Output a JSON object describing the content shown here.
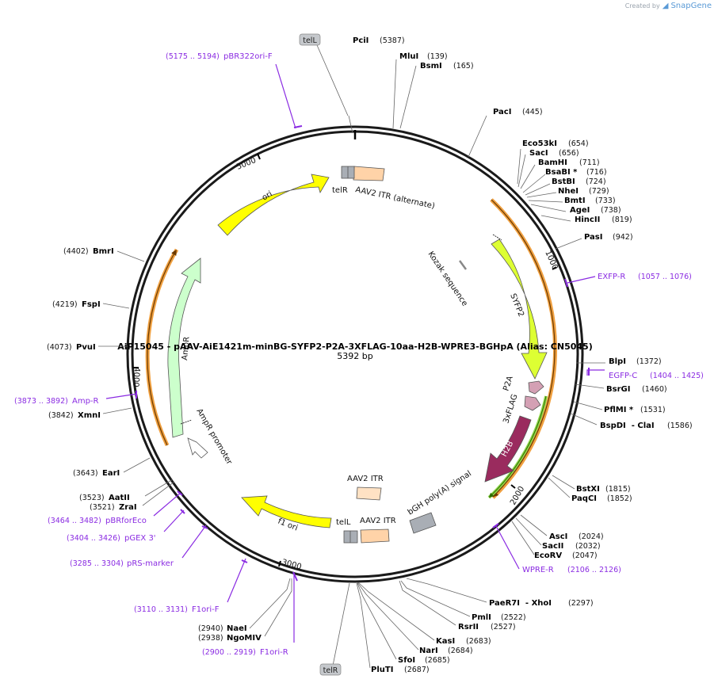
{
  "brand": {
    "created_by": "Created by",
    "logo_name": "SnapGene",
    "icon": "snapgene-logo-icon"
  },
  "plasmid": {
    "title": "AiP15045 - pAAV-AiE1421m-minBG-SYFP2-P2A-3XFLAG-10aa-H2B-WPRE3-BGHpA (Alias: CN5045)",
    "size_label": "5392 bp",
    "length": 5392
  },
  "colors": {
    "backbone": "#1a1a1a",
    "primer": "#8a2be2",
    "ori": "#ffff00",
    "syfp2": "#ddff33",
    "ampr": "#ccffcc",
    "p2a": "#d4a0b4",
    "h2b": "#9a2b5e",
    "itr": "#ffd3a8",
    "gray": "#a9aeb5",
    "orf_orange": "#f0a040"
  },
  "ticks": [
    {
      "pos": 1000,
      "label": "1000"
    },
    {
      "pos": 2000,
      "label": "2000"
    },
    {
      "pos": 3000,
      "label": "3000"
    },
    {
      "pos": 4000,
      "label": "4000"
    },
    {
      "pos": 5000,
      "label": "5000"
    }
  ],
  "enzymes": [
    {
      "name": "PciI",
      "pos_label": "(5387)"
    },
    {
      "name": "MluI",
      "pos_label": "(139)"
    },
    {
      "name": "BsmI",
      "pos_label": "(165)"
    },
    {
      "name": "PacI",
      "pos_label": "(445)"
    },
    {
      "name": "Eco53kI",
      "pos_label": "(654)"
    },
    {
      "name": "SacI",
      "pos_label": "(656)"
    },
    {
      "name": "BamHI",
      "pos_label": "(711)"
    },
    {
      "name": "BsaBI *",
      "pos_label": "(716)"
    },
    {
      "name": "BstBI",
      "pos_label": "(724)"
    },
    {
      "name": "NheI",
      "pos_label": "(729)"
    },
    {
      "name": "BmtI",
      "pos_label": "(733)"
    },
    {
      "name": "AgeI",
      "pos_label": "(738)"
    },
    {
      "name": "HincII",
      "pos_label": "(819)"
    },
    {
      "name": "PasI",
      "pos_label": "(942)"
    },
    {
      "name": "BlpI",
      "pos_label": "(1372)"
    },
    {
      "name": "BsrGI",
      "pos_label": "(1460)"
    },
    {
      "name": "PflMI *",
      "pos_label": "(1531)"
    },
    {
      "name": "BspDI  - ClaI",
      "pos_label": "(1586)"
    },
    {
      "name": "BstXI",
      "pos_label": "(1815)"
    },
    {
      "name": "PaqCI",
      "pos_label": "(1852)"
    },
    {
      "name": "AscI",
      "pos_label": "(2024)"
    },
    {
      "name": "SacII",
      "pos_label": "(2032)"
    },
    {
      "name": "EcoRV",
      "pos_label": "(2047)"
    },
    {
      "name": "PaeR7I  - XhoI",
      "pos_label": "(2297)"
    },
    {
      "name": "PmlI",
      "pos_label": "(2522)"
    },
    {
      "name": "RsrII",
      "pos_label": "(2527)"
    },
    {
      "name": "KasI",
      "pos_label": "(2683)"
    },
    {
      "name": "NarI",
      "pos_label": "(2684)"
    },
    {
      "name": "SfoI",
      "pos_label": "(2685)"
    },
    {
      "name": "PluTI",
      "pos_label": "(2687)"
    },
    {
      "name": "NaeI",
      "pos_label": "(2940)"
    },
    {
      "name": "NgoMIV",
      "pos_label": "(2938)"
    },
    {
      "name": "AatII",
      "pos_label": "(3523)"
    },
    {
      "name": "ZraI",
      "pos_label": "(3521)"
    },
    {
      "name": "EarI",
      "pos_label": "(3643)"
    },
    {
      "name": "XmnI",
      "pos_label": "(3842)"
    },
    {
      "name": "PvuI",
      "pos_label": "(4073)"
    },
    {
      "name": "FspI",
      "pos_label": "(4219)"
    },
    {
      "name": "BmrI",
      "pos_label": "(4402)"
    }
  ],
  "primers": [
    {
      "name": "pBR322ori-F",
      "range": "(5175 .. 5194)"
    },
    {
      "name": "EXFP-R",
      "range": "(1057 .. 1076)"
    },
    {
      "name": "EGFP-C",
      "range": "(1404 .. 1425)"
    },
    {
      "name": "WPRE-R",
      "range": "(2106 .. 2126)"
    },
    {
      "name": "F1ori-R",
      "range": "(2900 .. 2919)"
    },
    {
      "name": "F1ori-F",
      "range": "(3110 .. 3131)"
    },
    {
      "name": "pRS-marker",
      "range": "(3285 .. 3304)"
    },
    {
      "name": "pGEX 3'",
      "range": "(3404 .. 3426)"
    },
    {
      "name": "pBRforEco",
      "range": "(3464 .. 3482)"
    },
    {
      "name": "Amp-R",
      "range": "(3873 .. 3892)"
    }
  ],
  "features": [
    {
      "name": "ori",
      "icon": "ori-arrow"
    },
    {
      "name": "SYFP2",
      "icon": "syfp2-arrow"
    },
    {
      "name": "P2A",
      "icon": "p2a-arrow"
    },
    {
      "name": "3xFLAG",
      "icon": "flag-arrow"
    },
    {
      "name": "H2B",
      "icon": "h2b-arrow"
    },
    {
      "name": "bGH poly(A) signal",
      "icon": "polya-box"
    },
    {
      "name": "AAV2 ITR",
      "icon": "itr-box"
    },
    {
      "name": "AAV2 ITR (alternate)",
      "icon": "itr-box"
    },
    {
      "name": "AAV2 ITR",
      "icon": "itr-box"
    },
    {
      "name": "telL",
      "icon": "tel-box"
    },
    {
      "name": "telR",
      "icon": "tel-box"
    },
    {
      "name": "f1 ori",
      "icon": "f1ori-arrow"
    },
    {
      "name": "AmpR",
      "icon": "ampr-arrow"
    },
    {
      "name": "AmpR promoter",
      "icon": "promoter-arrow"
    },
    {
      "name": "Kozak sequence",
      "icon": "kozak-mark"
    }
  ],
  "tags": [
    {
      "name": "telL"
    },
    {
      "name": "telR"
    }
  ]
}
